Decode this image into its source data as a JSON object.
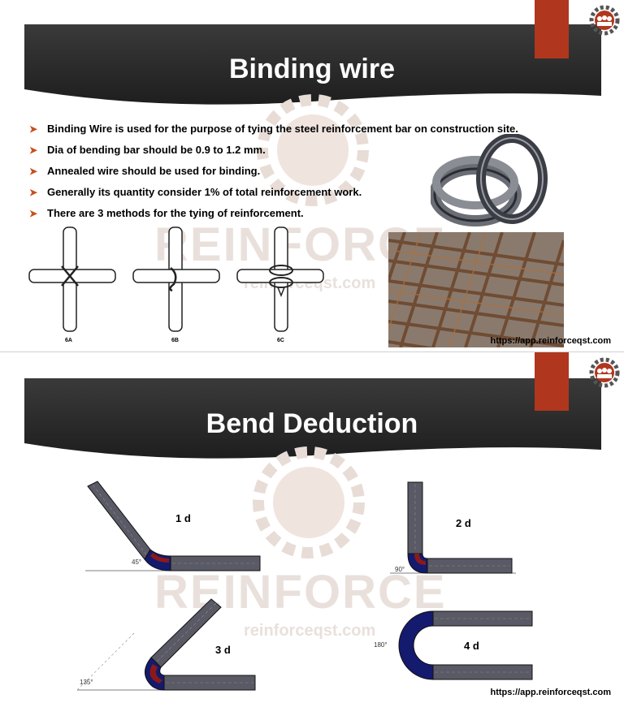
{
  "slide1": {
    "title": "Binding wire",
    "bullets": [
      "Binding Wire is used for the purpose of tying the steel reinforcement bar on construction site.",
      "Dia of bending bar should be 0.9 to 1.2 mm.",
      "Annealed wire should be used for binding.",
      "Generally its quantity consider 1% of total reinforcement work.",
      "There are 3 methods for the tying of reinforcement."
    ],
    "tie_labels": [
      "6A",
      "6B",
      "6C"
    ],
    "url": "https://app.reinforceqst.com"
  },
  "slide2": {
    "title": "Bend Deduction",
    "diagrams": [
      {
        "label": "1 d",
        "angle": "45°"
      },
      {
        "label": "2 d",
        "angle": "90°"
      },
      {
        "label": "3 d",
        "angle": "135°"
      },
      {
        "label": "4 d",
        "angle": "180°"
      }
    ],
    "url": "https://app.reinforceqst.com"
  },
  "watermark": {
    "brand": "REINFORCE",
    "site": "reinforceqst.com"
  },
  "colors": {
    "banner": "#2e2e2e",
    "accent_tab": "#b0371d",
    "bullet_arrow": "#c8501e",
    "bar_fill": "#5a5a66",
    "bend_blue": "#141a6e",
    "bend_red": "#8a1a1a"
  },
  "icons": {
    "logo": "gear-logo-icon",
    "bullet": "arrow-bullet-icon"
  }
}
